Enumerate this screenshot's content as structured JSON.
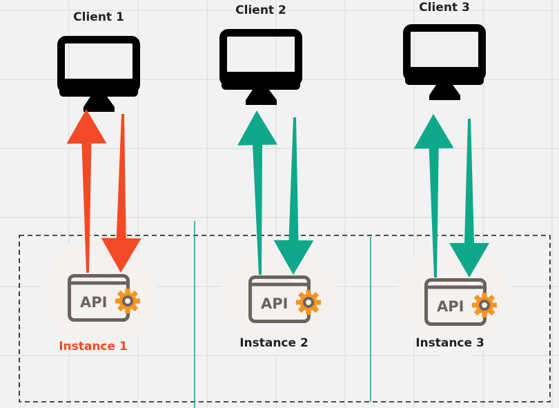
{
  "colors": {
    "background": "#f2f2f2",
    "grid": "#e5e5e5",
    "monitor": "#000000",
    "highlight": "#f24a26",
    "normal": "#0fa88a",
    "api_frame": "#6b625c",
    "gear": "#f7941d",
    "label": "#222222"
  },
  "clients": [
    {
      "label": "Client 1",
      "icon": "monitor-icon",
      "arrow_color": "#f24a26"
    },
    {
      "label": "Client 2",
      "icon": "monitor-icon",
      "arrow_color": "#0fa88a"
    },
    {
      "label": "Client 3",
      "icon": "monitor-icon",
      "arrow_color": "#0fa88a"
    }
  ],
  "instances": [
    {
      "label": "Instance 1",
      "api_text": "API",
      "icon": "api-gear-icon",
      "highlighted": true
    },
    {
      "label": "Instance 2",
      "api_text": "API",
      "icon": "api-gear-icon",
      "highlighted": false
    },
    {
      "label": "Instance 3",
      "api_text": "API",
      "icon": "api-gear-icon",
      "highlighted": false
    }
  ]
}
